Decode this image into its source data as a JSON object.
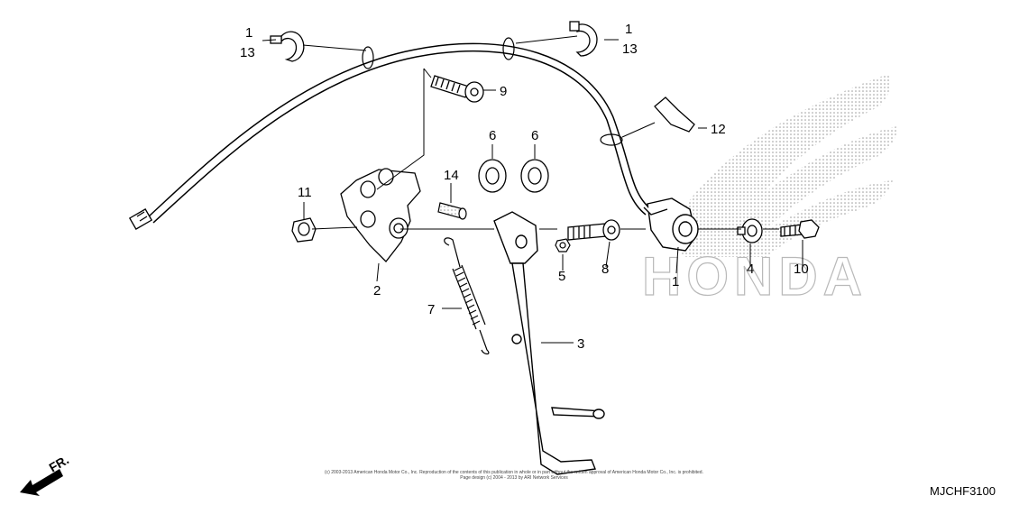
{
  "watermark": {
    "brand": "HONDA"
  },
  "callouts": [
    {
      "id": "c1a",
      "number": "1"
    },
    {
      "id": "c13a",
      "number": "13"
    },
    {
      "id": "c1b",
      "number": "1"
    },
    {
      "id": "c13b",
      "number": "13"
    },
    {
      "id": "c9",
      "number": "9"
    },
    {
      "id": "c12",
      "number": "12"
    },
    {
      "id": "c6a",
      "number": "6"
    },
    {
      "id": "c6b",
      "number": "6"
    },
    {
      "id": "c14",
      "number": "14"
    },
    {
      "id": "c11",
      "number": "11"
    },
    {
      "id": "c2",
      "number": "2"
    },
    {
      "id": "c7",
      "number": "7"
    },
    {
      "id": "c5",
      "number": "5"
    },
    {
      "id": "c8",
      "number": "8"
    },
    {
      "id": "c1c",
      "number": "1"
    },
    {
      "id": "c4",
      "number": "4"
    },
    {
      "id": "c10",
      "number": "10"
    },
    {
      "id": "c3",
      "number": "3"
    }
  ],
  "direction_label": "FR.",
  "diagram_code": "MJCHF3100",
  "copyright_line1": "(c) 2003-2013 American Honda Motor Co., Inc. Reproduction of the contents of this publication in whole or in part without the written approval of American Honda Motor Co., Inc. is prohibited.",
  "copyright_line2": "Page design (c) 2004 - 2013 by ARI Network Services"
}
